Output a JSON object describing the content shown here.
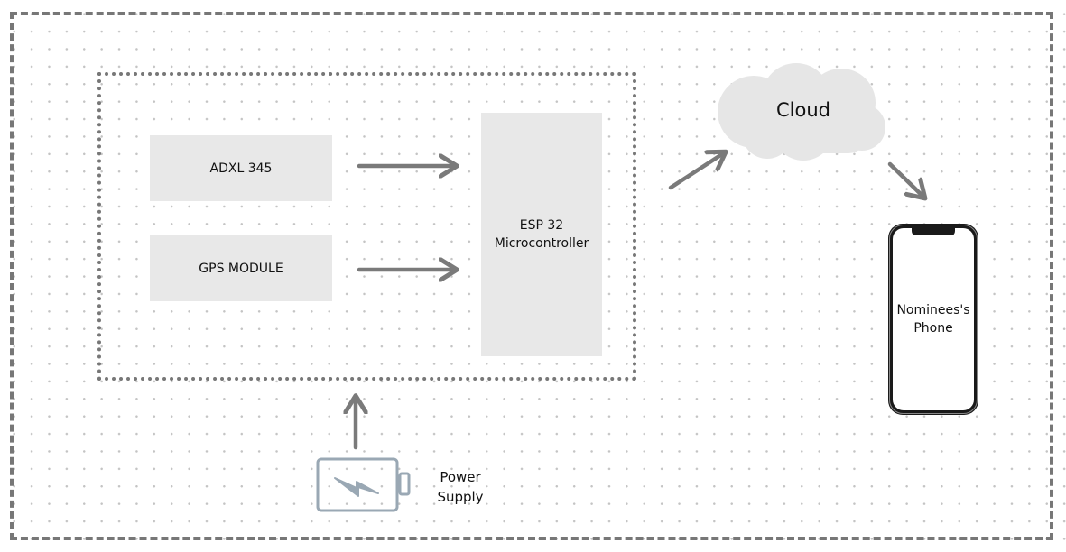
{
  "diagram": {
    "blocks": {
      "adxl": "ADXL 345",
      "gps": "GPS MODULE",
      "esp_line1": "ESP 32",
      "esp_line2": "Microcontroller"
    },
    "cloud": {
      "label": "Cloud"
    },
    "phone": {
      "line1": "Nominees's",
      "line2": "Phone"
    },
    "power": {
      "line1": "Power",
      "line2": "Supply"
    },
    "icons": [
      "cloud-icon",
      "smartphone-icon",
      "battery-charging-icon"
    ],
    "colors": {
      "block_fill": "#e8e8e8",
      "frame": "#777777",
      "arrow": "#7a7a7a",
      "cloud": "#e6e6e6",
      "battery": "#9aa8b4"
    }
  }
}
